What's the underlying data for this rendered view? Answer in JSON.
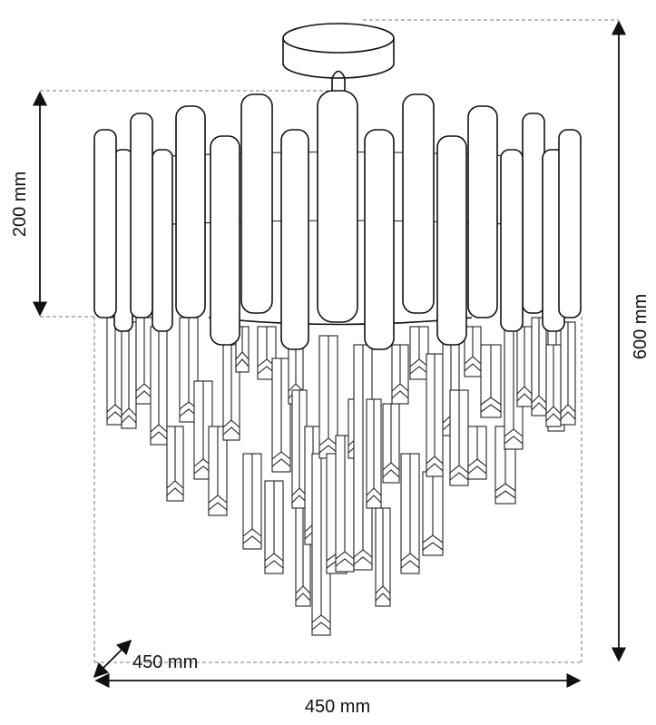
{
  "dimensions": {
    "height_total": "600 mm",
    "height_upper": "200 mm",
    "width": "450 mm",
    "depth": "450 mm"
  }
}
